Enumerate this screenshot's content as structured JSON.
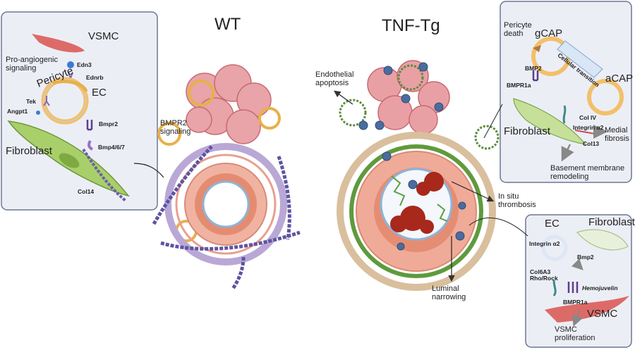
{
  "titles": {
    "wt": "WT",
    "tnf": "TNF-Tg"
  },
  "left_panel": {
    "vsmc": "VSMC",
    "pro_angiogenic": "Pro-angiogenic\nsignaling",
    "edn3": "Edn3",
    "ednrb": "Ednrb",
    "pericyte": "Pericyte",
    "ec": "EC",
    "tek": "Tek",
    "angpt1": "Angpt1",
    "bmpr2": "Bmpr2",
    "fibroblast": "Fibroblast",
    "bmp": "Bmp4/6/7",
    "col14": "Col14"
  },
  "bmpr2_signaling": "BMPR2\nsignaling",
  "endothelial_apoptosis": "Endothelial\napoptosis",
  "top_right_panel": {
    "pericyte_death": "Pericyte\ndeath",
    "gcap": "gCAP",
    "cellular_transition": "Cellular transition",
    "acap": "aCAP",
    "bmp2": "BMP2",
    "bmpr1a": "BMPR1a",
    "fibroblast": "Fibroblast",
    "col_iv": "Col IV",
    "integrin": "Integrin α2",
    "col13": "Col13",
    "medial_fibrosis": "Medial\nfibrosis",
    "bm_remodeling": "Basement membrane\nremodeling"
  },
  "in_situ_thrombosis": "In situ\nthrombosis",
  "luminal_narrowing": "Luminal\nnarrowing",
  "bottom_right_panel": {
    "ec": "EC",
    "fibroblast": "Fibroblast",
    "integrin": "Integrin α2",
    "bmp2": "Bmp2",
    "col6a3": "Col6A3\nRho/Rock",
    "hemojuvelin": "Hemojuvelin",
    "bmpr1a": "BMPR1a",
    "vsmc": "VSMC",
    "vsmc_proliferation": "VSMC\nproliferation"
  }
}
